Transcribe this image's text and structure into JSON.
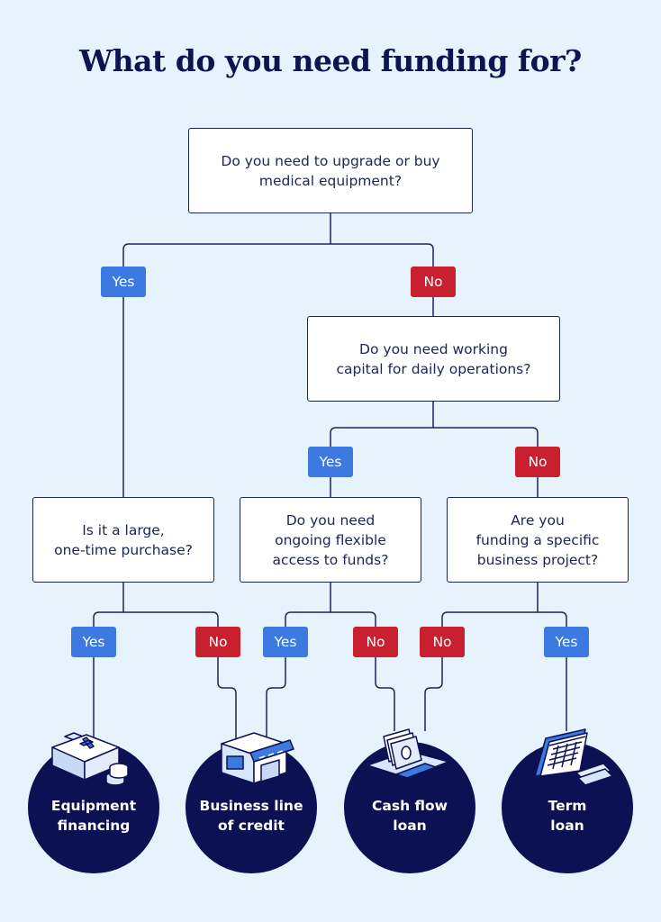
{
  "title": "What do you need funding for?",
  "questions": {
    "q1": {
      "lines": [
        "Do you need to upgrade or buy",
        "medical equipment?"
      ]
    },
    "q2": {
      "lines": [
        "Do you need working",
        "capital for daily operations?"
      ]
    },
    "q3": {
      "lines": [
        "Is it a large,",
        "one-time purchase?"
      ]
    },
    "q4": {
      "lines": [
        "Do you need",
        "ongoing flexible",
        "access to funds?"
      ]
    },
    "q5": {
      "lines": [
        "Are you",
        "funding a specific",
        "business project?"
      ]
    }
  },
  "answers": {
    "yes": "Yes",
    "no": "No"
  },
  "outcomes": {
    "equipment": {
      "lines": [
        "Equipment",
        "financing"
      ]
    },
    "line_of_credit": {
      "lines": [
        "Business line",
        "of credit"
      ]
    },
    "cash_flow": {
      "lines": [
        "Cash flow",
        "loan"
      ]
    },
    "term": {
      "lines": [
        "Term",
        "loan"
      ]
    }
  },
  "icons": [
    "medical-kit-icon",
    "storefront-icon",
    "cash-card-icon",
    "calendar-icon"
  ],
  "colors": {
    "background": "#e6f3fd",
    "navy": "#0b1152",
    "yes": "#3c79e0",
    "no": "#c9202f",
    "box_border": "#1d2456"
  }
}
